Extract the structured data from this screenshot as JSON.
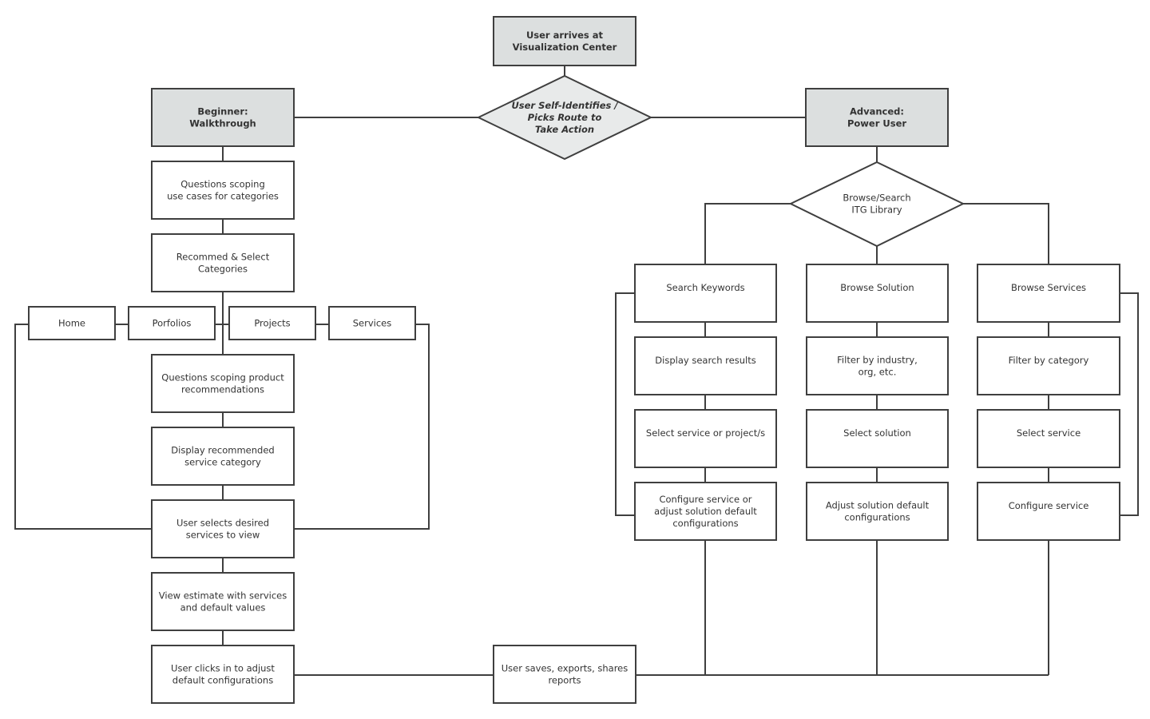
{
  "colors": {
    "line": "#3f3f3f",
    "header_fill": "#dcdfdf",
    "decision_fill": "#e8eaea",
    "box_fill": "#ffffff",
    "text": "#333333"
  },
  "nodes": {
    "start": [
      "User arrives at",
      "Visualization Center"
    ],
    "route_decision": [
      "User Self-Identifies /",
      "Picks Route to",
      "Take Action"
    ],
    "beginner": [
      "Beginner:",
      "Walkthrough"
    ],
    "advanced": [
      "Advanced:",
      "Power User"
    ],
    "b_questions_categories": [
      "Questions scoping",
      "use cases for categories"
    ],
    "b_recommend_categories": [
      "Recommed & Select",
      "Categories"
    ],
    "nav_home": [
      "Home"
    ],
    "nav_portfolios": [
      "Porfolios"
    ],
    "nav_projects": [
      "Projects"
    ],
    "nav_services": [
      "Services"
    ],
    "b_questions_product": [
      "Questions scoping product",
      "recommendations"
    ],
    "b_display_category": [
      "Display recommended",
      "service category"
    ],
    "b_select_services": [
      "User selects desired",
      "services to view"
    ],
    "b_view_estimate": [
      "View estimate with services",
      "and default values"
    ],
    "b_adjust_defaults": [
      "User clicks in to adjust",
      "default configurations"
    ],
    "save_export": [
      "User saves, exports, shares",
      "reports"
    ],
    "browse_decision": [
      "Browse/Search",
      "ITG Library"
    ],
    "kw_search": [
      "Search Keywords"
    ],
    "kw_results": [
      "Display search results"
    ],
    "kw_select": [
      "Select service or project/s"
    ],
    "kw_configure": [
      "Configure service or",
      "adjust solution default",
      "configurations"
    ],
    "sol_browse": [
      "Browse Solution"
    ],
    "sol_filter": [
      "Filter by industry,",
      "org, etc."
    ],
    "sol_select": [
      "Select solution"
    ],
    "sol_adjust": [
      "Adjust solution default",
      "configurations"
    ],
    "svc_browse": [
      "Browse Services"
    ],
    "svc_filter": [
      "Filter by category"
    ],
    "svc_select": [
      "Select service"
    ],
    "svc_configure": [
      "Configure service"
    ]
  }
}
